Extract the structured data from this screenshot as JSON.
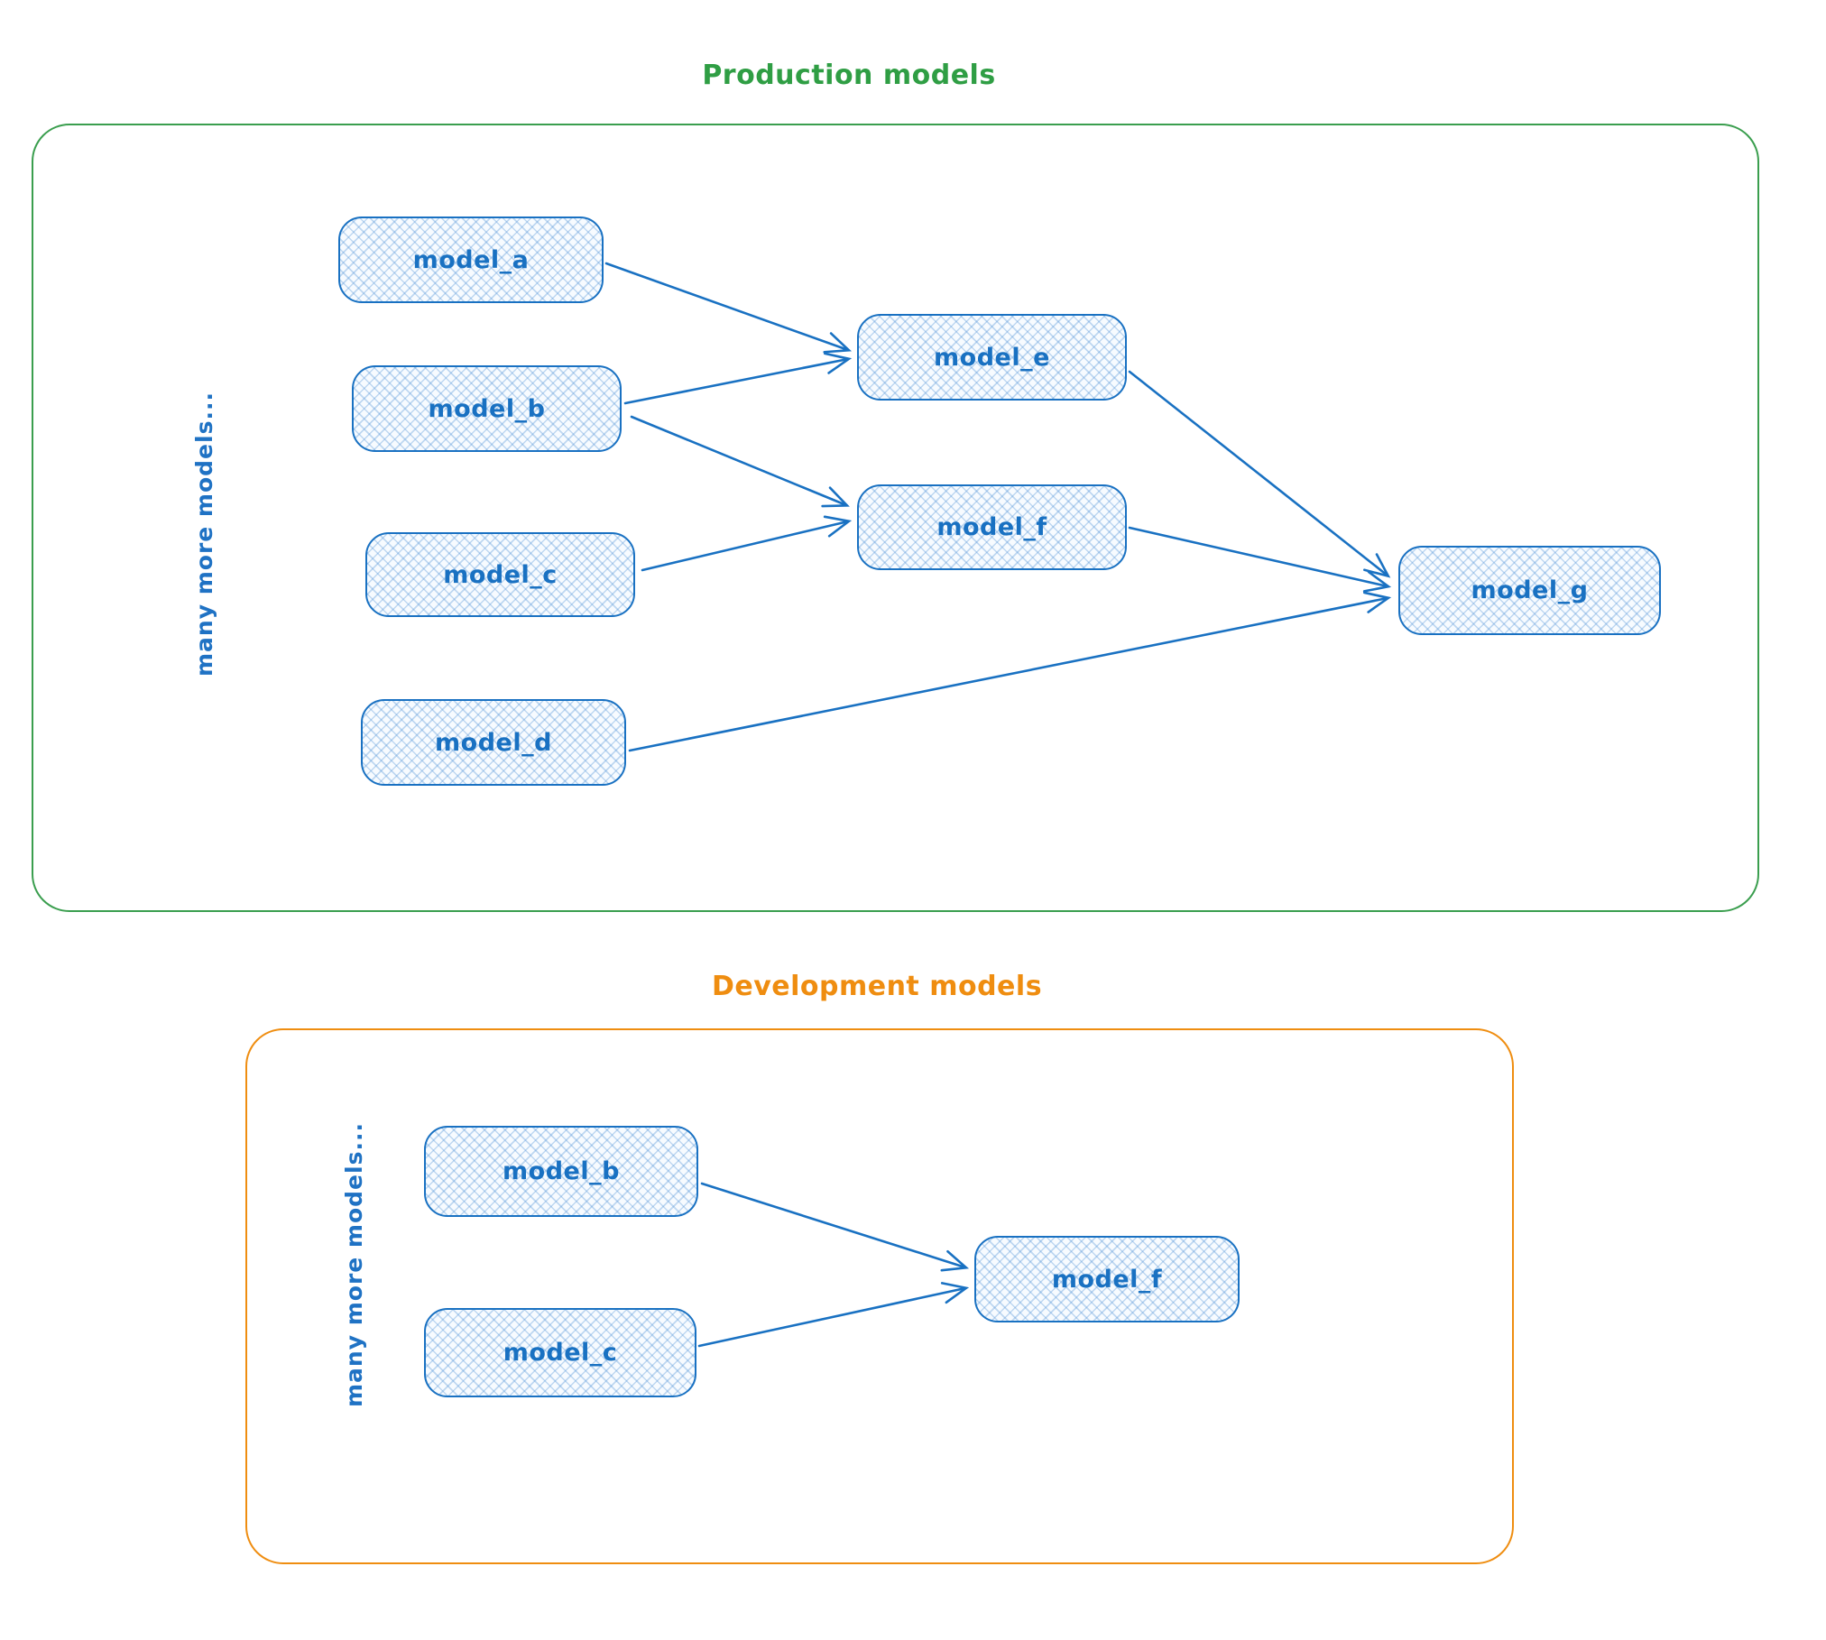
{
  "production": {
    "title": "Production models",
    "side_label": "many more models...",
    "nodes": [
      {
        "id": "model_a",
        "label": "model_a"
      },
      {
        "id": "model_b",
        "label": "model_b"
      },
      {
        "id": "model_c",
        "label": "model_c"
      },
      {
        "id": "model_d",
        "label": "model_d"
      },
      {
        "id": "model_e",
        "label": "model_e"
      },
      {
        "id": "model_f",
        "label": "model_f"
      },
      {
        "id": "model_g",
        "label": "model_g"
      }
    ],
    "edges": [
      {
        "from": "model_a",
        "to": "model_e"
      },
      {
        "from": "model_b",
        "to": "model_e"
      },
      {
        "from": "model_b",
        "to": "model_f"
      },
      {
        "from": "model_c",
        "to": "model_f"
      },
      {
        "from": "model_e",
        "to": "model_g"
      },
      {
        "from": "model_f",
        "to": "model_g"
      },
      {
        "from": "model_d",
        "to": "model_g"
      }
    ]
  },
  "development": {
    "title": "Development models",
    "side_label": "many more models...",
    "nodes": [
      {
        "id": "model_b",
        "label": "model_b"
      },
      {
        "id": "model_c",
        "label": "model_c"
      },
      {
        "id": "model_f",
        "label": "model_f"
      }
    ],
    "edges": [
      {
        "from": "model_b",
        "to": "model_f"
      },
      {
        "from": "model_c",
        "to": "model_f"
      }
    ]
  },
  "colors": {
    "node_stroke": "#1971c2",
    "node_fill_hatch": "#a5d8ff",
    "node_label_text": "#1971c2",
    "production_border": "#2f9e44",
    "production_title": "#2f9e44",
    "development_border": "#f08c00",
    "development_title": "#f08c00"
  }
}
